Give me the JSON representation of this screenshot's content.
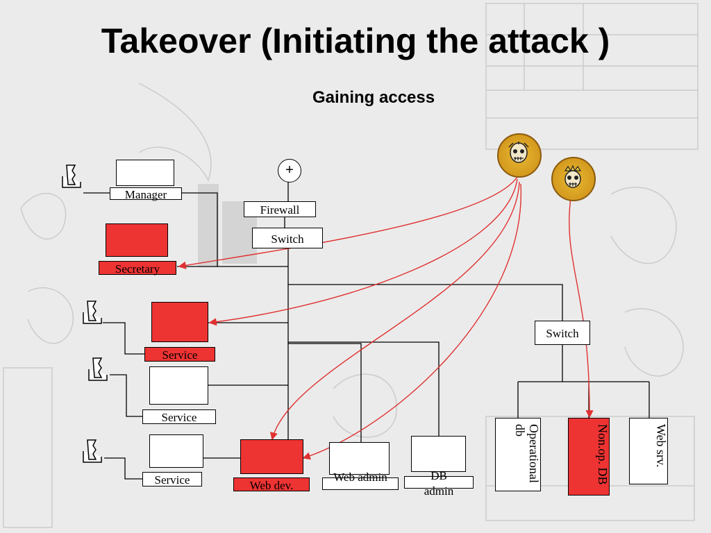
{
  "title": "Takeover (Initiating the attack )",
  "subtitle": "Gaining access",
  "nodes": {
    "manager": "Manager",
    "secretary": "Secretary",
    "service_1": "Service",
    "service_2": "Service",
    "service_3": "Service",
    "web_dev": "Web dev.",
    "web_admin": "Web admin",
    "db_admin": "DB admin",
    "firewall": "Firewall",
    "switch_top": "Switch",
    "switch_right": "Switch",
    "operational_db": "Operational db",
    "non_op_db": "Non.op. DB",
    "web_srv": "Web srv.",
    "internet": "+"
  },
  "badges": [
    "hacker-skull-badge",
    "hacker-crown-badge"
  ],
  "colors": {
    "compromised": "#ee3333",
    "attack_line": "#e03030",
    "line": "#000000"
  }
}
